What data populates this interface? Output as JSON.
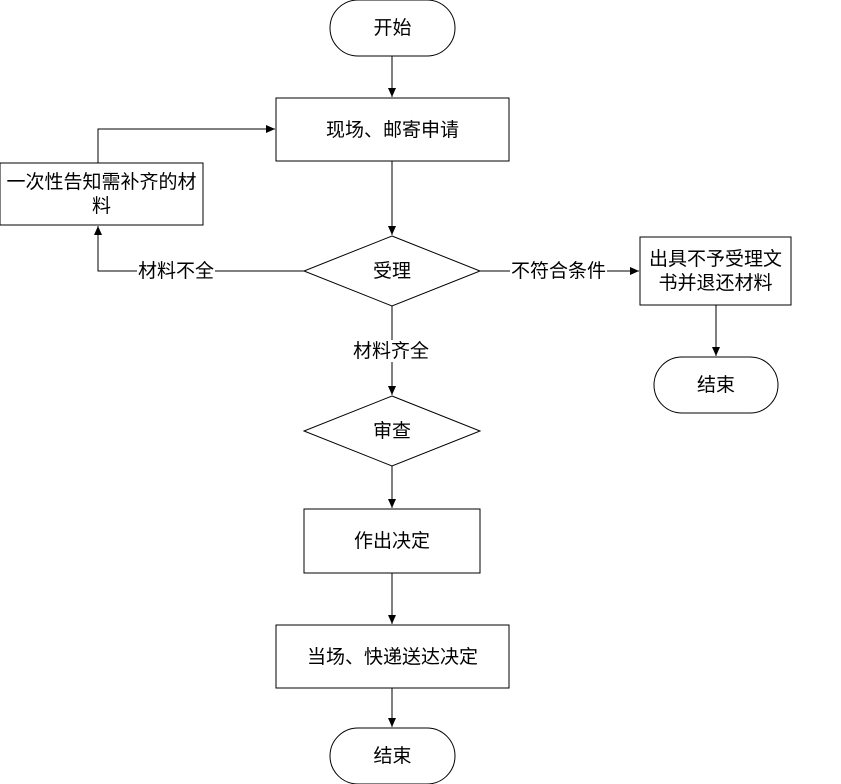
{
  "nodes": {
    "start": "开始",
    "apply": "现场、邮寄申请",
    "notify": "一次性告知需补齐的材料",
    "accept": "受理",
    "reject_doc": "出具不予受理文书并退还材料",
    "end_right": "结束",
    "review": "审查",
    "decide": "作出决定",
    "deliver": "当场、快递送达决定",
    "end_bottom": "结束"
  },
  "edges": {
    "incomplete": "材料不全",
    "not_eligible": "不符合条件",
    "complete": "材料齐全"
  }
}
